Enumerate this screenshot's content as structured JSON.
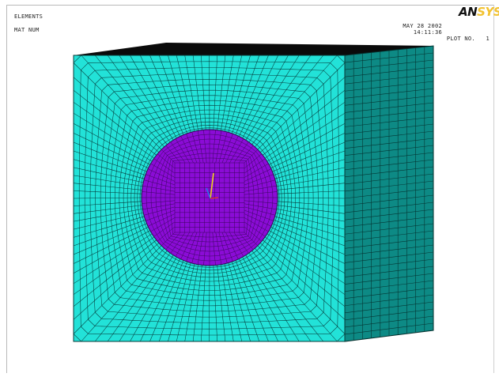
{
  "window": {
    "plot_type": "ELEMENTS",
    "display_mode": "MAT NUM"
  },
  "logo": {
    "text_dark": "AN",
    "text_accent": "SYS"
  },
  "plot_info": {
    "date": "MAY 28 2002",
    "time": "14:11:36",
    "plot_no": "PLOT NO.   1"
  },
  "colors": {
    "block_face": "#22e2d8",
    "block_side": "#0d8a85",
    "block_top": "#0a0a0a",
    "inclusion": "#8b0cd6",
    "mesh_lines": "#063b3b",
    "inclusion_lines": "#2a0647",
    "triad_z": "#f0d21a",
    "triad_y": "#1f7ff0",
    "triad_x": "#e23a1a"
  },
  "icons": {
    "logo": "ansys-logo-icon",
    "triad": "coordinate-triad-icon"
  }
}
